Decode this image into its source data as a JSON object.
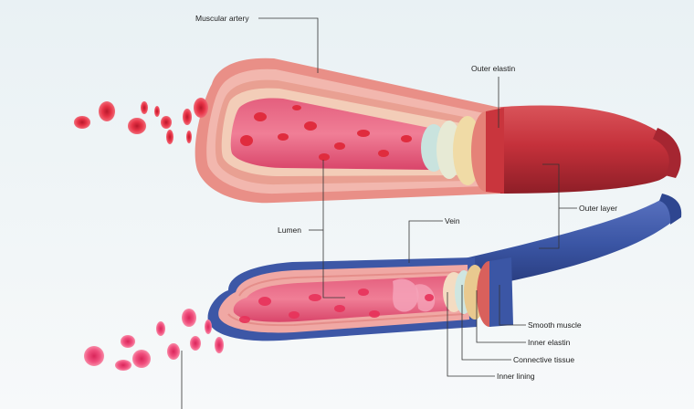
{
  "labels": {
    "muscular_artery": "Muscular artery",
    "outer_elastin": "Outer elastin",
    "outer_layer": "Outer layer",
    "vein": "Vein",
    "lumen": "Lumen",
    "smooth_muscle": "Smooth muscle",
    "inner_elastin": "Inner elastin",
    "connective_tissue": "Connective tissue",
    "inner_lining": "Inner lining"
  },
  "colors": {
    "background": "#eef3f5",
    "artery_outer": "#c9353d",
    "artery_inner_wall": "#f0a7a6",
    "lumen_fill": "#e9577a",
    "vein_outer": "#3b56a5",
    "blood_cell": "#e32b3f",
    "elastin": "#f3e0b0",
    "connective": "#cfe6e1"
  }
}
